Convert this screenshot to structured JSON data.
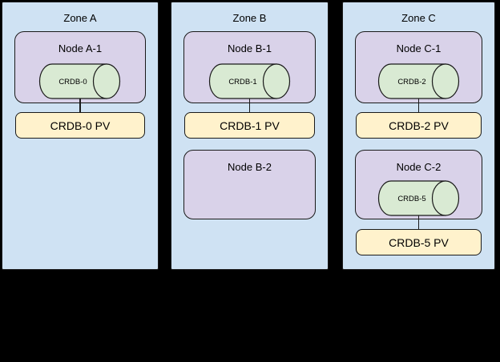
{
  "diagram": {
    "title": "kubernetes-zones-crdb-diagram",
    "zones": [
      {
        "label": "Zone A",
        "nodes": [
          {
            "label": "Node A-1",
            "pod": "CRDB-0",
            "pv": "CRDB-0 PV"
          }
        ]
      },
      {
        "label": "Zone B",
        "nodes": [
          {
            "label": "Node B-1",
            "pod": "CRDB-1",
            "pv": "CRDB-1 PV"
          },
          {
            "label": "Node B-2"
          }
        ]
      },
      {
        "label": "Zone C",
        "nodes": [
          {
            "label": "Node C-1",
            "pod": "CRDB-2",
            "pv": "CRDB-2 PV"
          },
          {
            "label": "Node C-2",
            "pod": "CRDB-5",
            "pv": "CRDB-5 PV"
          }
        ]
      }
    ],
    "colors": {
      "background": "#000000",
      "zone_fill": "#cfe2f3",
      "node_fill": "#d9d2e9",
      "pod_fill": "#d9ead3",
      "pv_fill": "#fff2cc",
      "border": "#1a1a1a",
      "text": "#000000"
    }
  }
}
